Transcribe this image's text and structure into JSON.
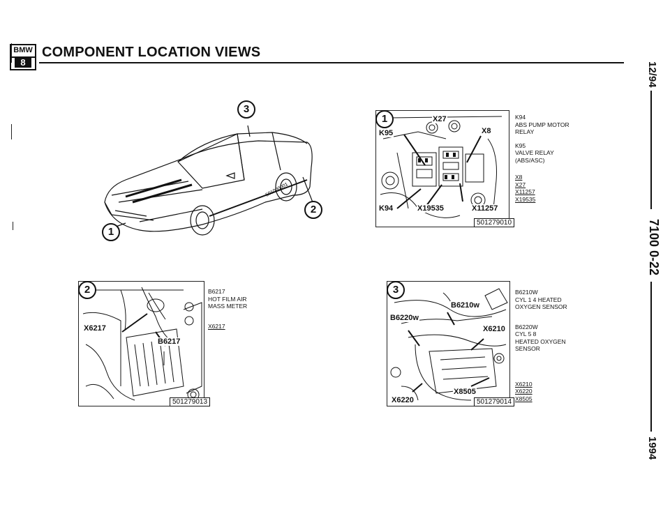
{
  "header": {
    "logo_top": "BMW",
    "logo_number": "8",
    "title": "COMPONENT LOCATION VIEWS"
  },
  "side": {
    "date": "12/94",
    "page": "7100 0-22",
    "year": "1994"
  },
  "overview": {
    "callouts": [
      "3",
      "2",
      "1"
    ],
    "plate": "501000001"
  },
  "figure1": {
    "number": "1",
    "labels": [
      "X27",
      "K95",
      "X8",
      "K94",
      "X19535",
      "X11257"
    ],
    "fig_id": "501279010",
    "legend": [
      {
        "code": "K94",
        "desc": [
          "ABS PUMP MOTOR",
          "RELAY"
        ]
      },
      {
        "code": "K95",
        "desc": [
          "VALVE RELAY",
          "(ABS/ASC)"
        ]
      }
    ],
    "connectors": [
      "X8",
      "X27",
      "X11257",
      "X19535"
    ]
  },
  "figure2": {
    "number": "2",
    "labels": [
      "X6217",
      "B6217"
    ],
    "fig_id": "501279013",
    "legend": [
      {
        "code": "B6217",
        "desc": [
          "HOT FILM AIR",
          "MASS METER"
        ]
      }
    ],
    "connectors": [
      "X6217"
    ]
  },
  "figure3": {
    "number": "3",
    "labels": [
      "B6210w",
      "B6220w",
      "X6210",
      "X8505",
      "X6220"
    ],
    "fig_id": "501279014",
    "legend": [
      {
        "code": "B6210w",
        "desc": [
          "CYL 1 4 HEATED",
          "OXYGEN SENSOR"
        ]
      },
      {
        "code": "B6220w",
        "desc": [
          "CYL 5 8",
          "HEATED OXYGEN",
          "SENSOR"
        ]
      }
    ],
    "connectors": [
      "X6210",
      "X6220",
      "X8505"
    ]
  }
}
